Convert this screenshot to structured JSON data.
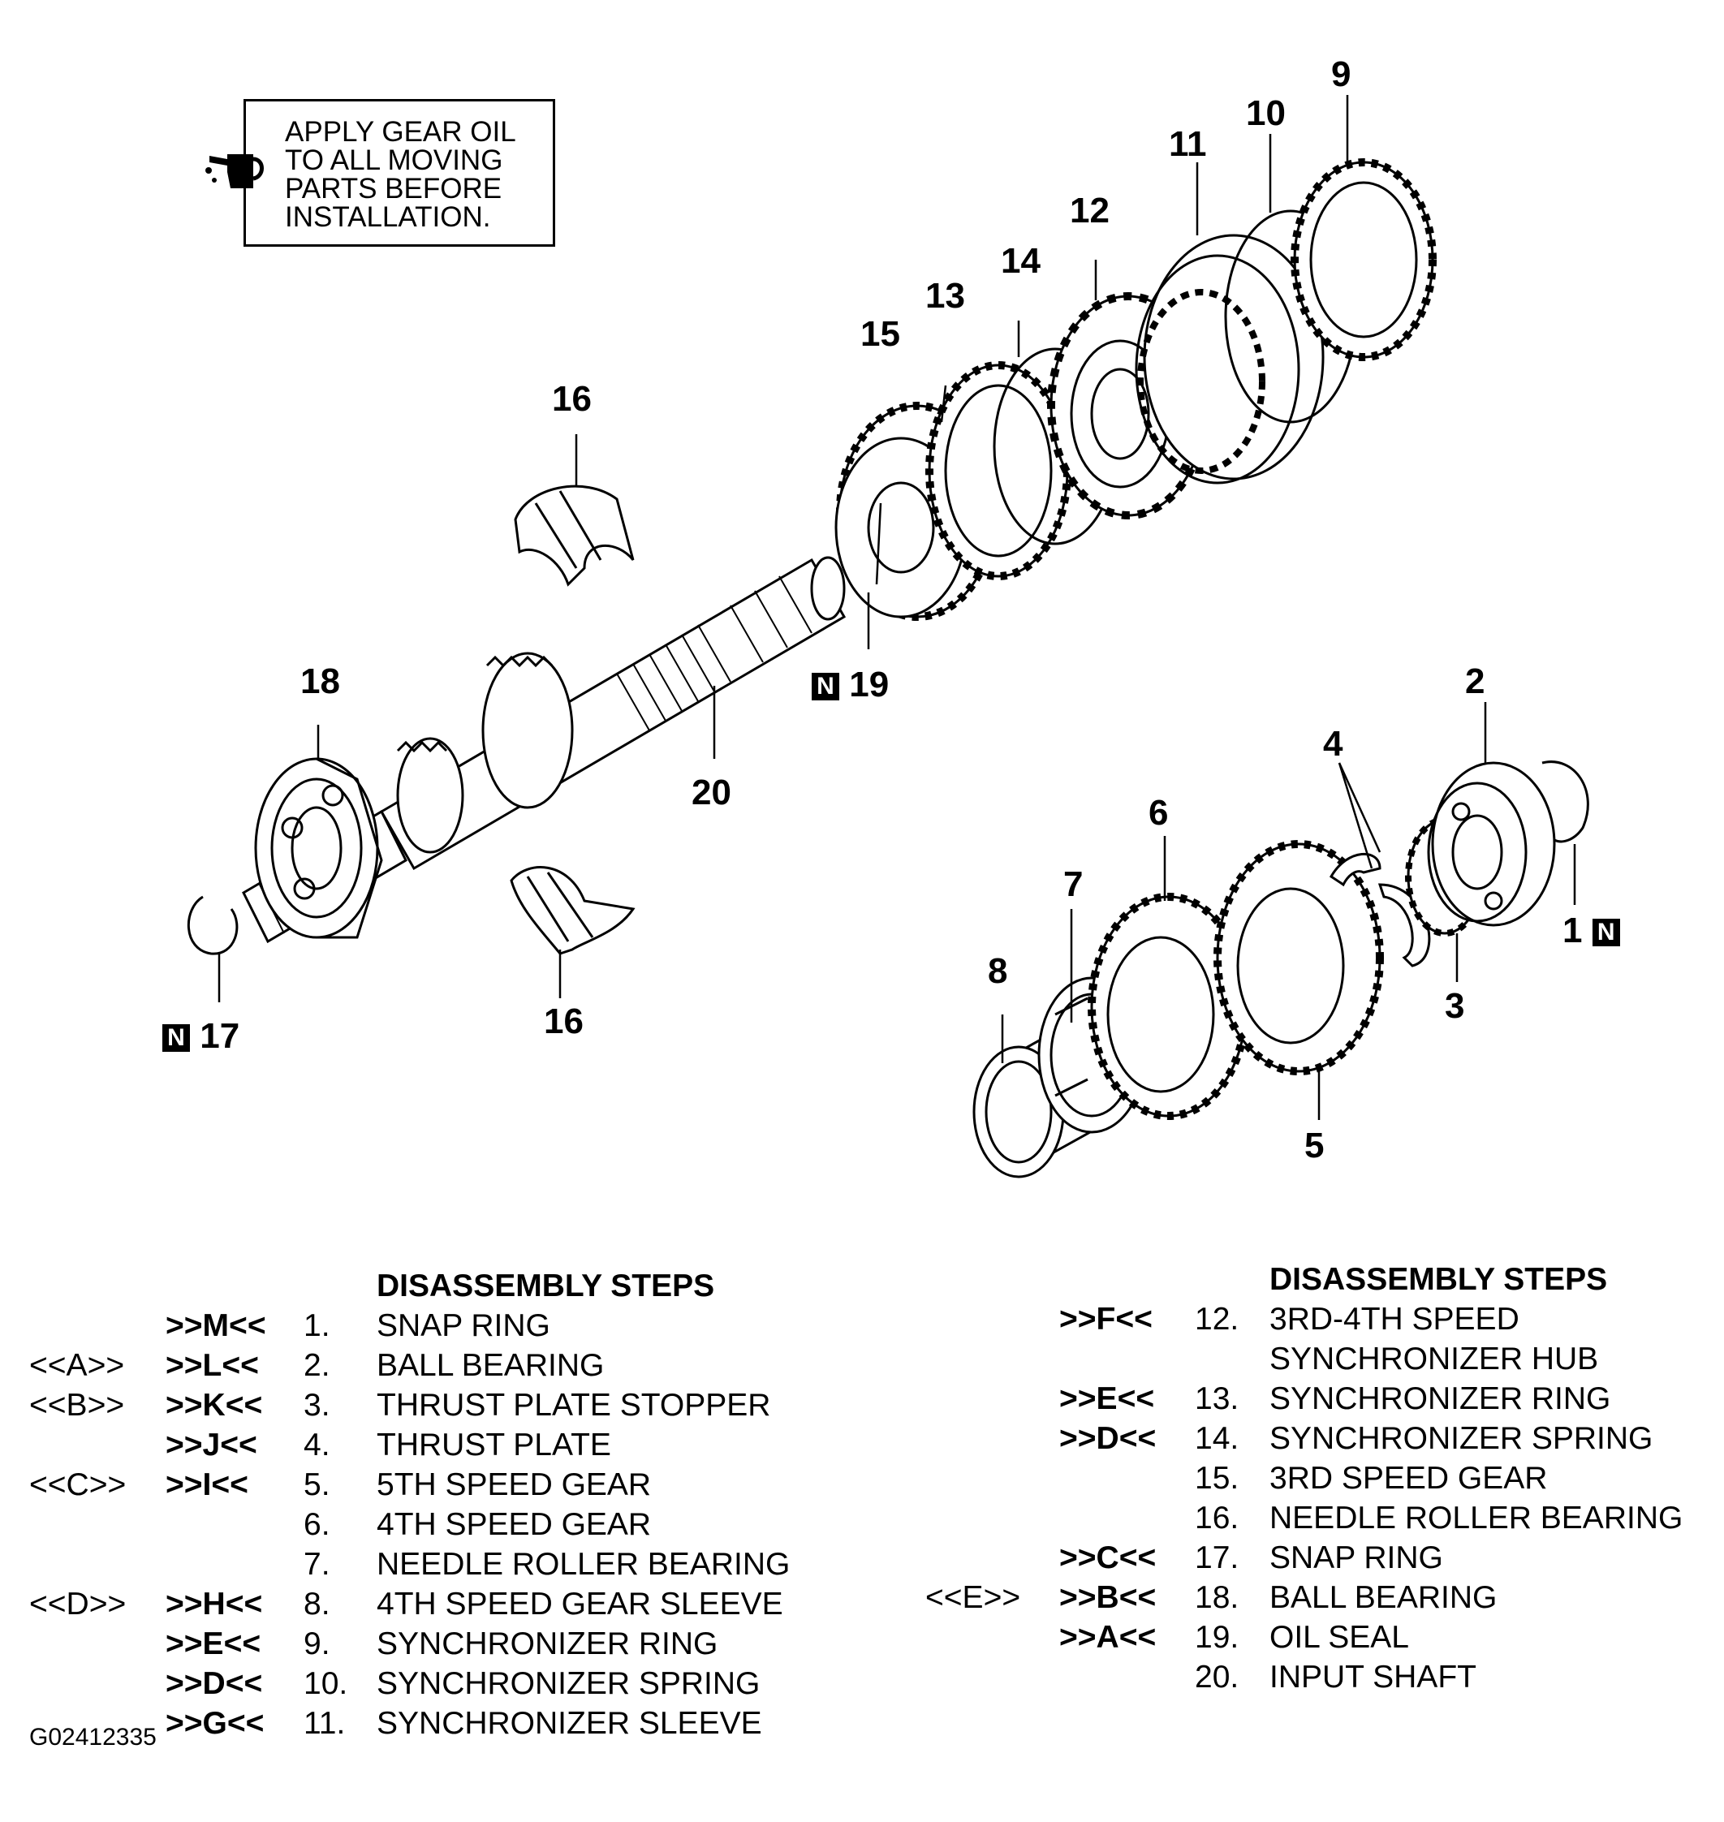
{
  "note": {
    "lines": [
      "APPLY GEAR OIL",
      "TO ALL MOVING",
      "PARTS BEFORE",
      "INSTALLATION."
    ],
    "icon": "oil-can-icon"
  },
  "callouts": {
    "c1": "1",
    "c2": "2",
    "c3": "3",
    "c4": "4",
    "c5": "5",
    "c6": "6",
    "c7": "7",
    "c8": "8",
    "c9": "9",
    "c10": "10",
    "c11": "11",
    "c12": "12",
    "c13": "13",
    "c14": "14",
    "c15": "15",
    "c16a": "16",
    "c16b": "16",
    "c17": "17",
    "c18": "18",
    "c19": "19",
    "c20": "20",
    "n_badge": "N"
  },
  "steps_left": {
    "title": "DISASSEMBLY STEPS",
    "rows": [
      {
        "code_a": "",
        "code_b": ">>M<<",
        "num": "1.",
        "text": "SNAP RING"
      },
      {
        "code_a": "<<A>>",
        "code_b": ">>L<<",
        "num": "2.",
        "text": "BALL BEARING"
      },
      {
        "code_a": "<<B>>",
        "code_b": ">>K<<",
        "num": "3.",
        "text": "THRUST PLATE STOPPER"
      },
      {
        "code_a": "",
        "code_b": ">>J<<",
        "num": "4.",
        "text": "THRUST PLATE"
      },
      {
        "code_a": "<<C>>",
        "code_b": ">>I<<",
        "num": "5.",
        "text": "5TH SPEED GEAR"
      },
      {
        "code_a": "",
        "code_b": "",
        "num": "6.",
        "text": "4TH SPEED GEAR"
      },
      {
        "code_a": "",
        "code_b": "",
        "num": "7.",
        "text": "NEEDLE ROLLER BEARING"
      },
      {
        "code_a": "<<D>>",
        "code_b": ">>H<<",
        "num": "8.",
        "text": "4TH SPEED GEAR SLEEVE"
      },
      {
        "code_a": "",
        "code_b": ">>E<<",
        "num": "9.",
        "text": "SYNCHRONIZER RING"
      },
      {
        "code_a": "",
        "code_b": ">>D<<",
        "num": "10.",
        "text": "SYNCHRONIZER SPRING"
      },
      {
        "code_a": "",
        "code_b": ">>G<<",
        "num": "11.",
        "text": "SYNCHRONIZER SLEEVE"
      }
    ]
  },
  "steps_right": {
    "title": "DISASSEMBLY STEPS",
    "rows": [
      {
        "code_a": "",
        "code_b": ">>F<<",
        "num": "12.",
        "text": "3RD-4TH SPEED"
      },
      {
        "code_a": "",
        "code_b": "",
        "num": "",
        "text": "SYNCHRONIZER HUB"
      },
      {
        "code_a": "",
        "code_b": ">>E<<",
        "num": "13.",
        "text": "SYNCHRONIZER RING"
      },
      {
        "code_a": "",
        "code_b": ">>D<<",
        "num": "14.",
        "text": "SYNCHRONIZER SPRING"
      },
      {
        "code_a": "",
        "code_b": "",
        "num": "15.",
        "text": "3RD SPEED GEAR"
      },
      {
        "code_a": "",
        "code_b": "",
        "num": "16.",
        "text": "NEEDLE ROLLER BEARING"
      },
      {
        "code_a": "",
        "code_b": ">>C<<",
        "num": "17.",
        "text": "SNAP RING"
      },
      {
        "code_a": "<<E>>",
        "code_b": ">>B<<",
        "num": "18.",
        "text": "BALL BEARING"
      },
      {
        "code_a": "",
        "code_b": ">>A<<",
        "num": "19.",
        "text": "OIL SEAL"
      },
      {
        "code_a": "",
        "code_b": "",
        "num": "20.",
        "text": "INPUT SHAFT"
      }
    ]
  },
  "figure_id": "G02412335"
}
